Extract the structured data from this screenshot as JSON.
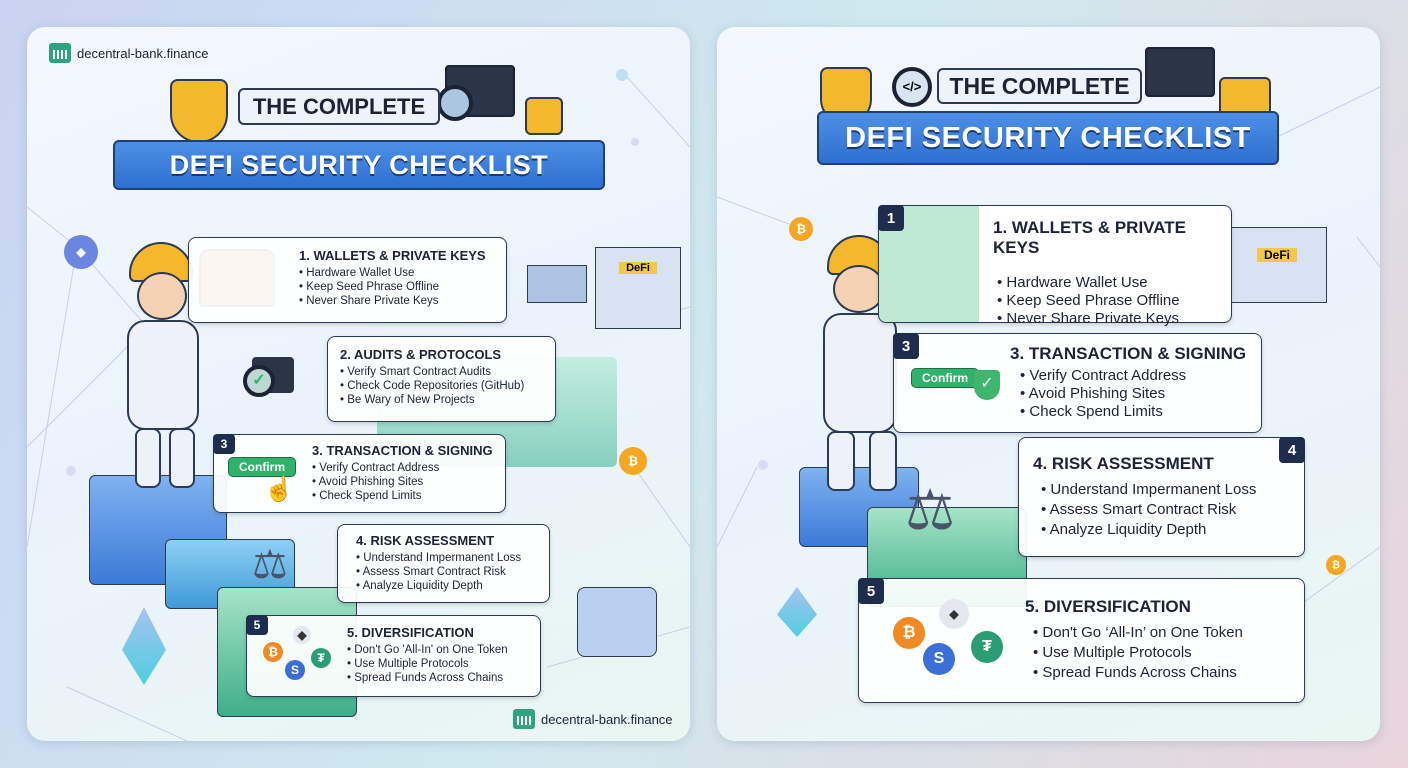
{
  "brand": "decentral-bank.finance",
  "title_top": "THE COMPLETE",
  "title_main": "DEFI SECURITY CHECKLIST",
  "confirm_label": "Confirm",
  "bank_sign": "DeFi",
  "colors": {
    "accent": "#2f6fd0",
    "badge": "#1e2d4d",
    "confirm": "#2fb36b"
  },
  "left": {
    "sections": [
      {
        "title": "1. WALLETS & PRIVATE KEYS",
        "items": [
          "Hardware Wallet Use",
          "Keep Seed Phrase Offline",
          "Never Share Private Keys"
        ]
      },
      {
        "title": "2. AUDITS & PROTOCOLS",
        "items": [
          "Verify Smart Contract Audits",
          "Check Code Repositories (GitHub)",
          "Be Wary of New Projects"
        ]
      },
      {
        "badge": "3",
        "title": "3. TRANSACTION & SIGNING",
        "items": [
          "Verify Contract Address",
          "Avoid Phishing Sites",
          "Check Spend Limits"
        ]
      },
      {
        "title": "4. RISK ASSESSMENT",
        "items": [
          "Understand Impermanent Loss",
          "Assess Smart Contract Risk",
          "Analyze Liquidity Depth"
        ]
      },
      {
        "badge": "5",
        "title": "5. DIVERSIFICATION",
        "items": [
          "Don't Go 'All-In' on One Token",
          "Use Multiple Protocols",
          "Spread Funds Across Chains"
        ]
      }
    ]
  },
  "right": {
    "sections": [
      {
        "badge": "1",
        "title": "1. WALLETS & PRIVATE KEYS",
        "items": [
          "Hardware Wallet Use",
          "Keep Seed Phrase Offline",
          "Never Share Private Keys"
        ]
      },
      {
        "badge": "3",
        "title": "3. TRANSACTION & SIGNING",
        "items": [
          "Verify Contract Address",
          "Avoid Phishing Sites",
          "Check Spend Limits"
        ]
      },
      {
        "badge": "4",
        "title": "4. RISK ASSESSMENT",
        "items": [
          "Understand Impermanent Loss",
          "Assess Smart Contract Risk",
          "Analyze Liquidity Depth"
        ]
      },
      {
        "badge": "5",
        "title": "5. DIVERSIFICATION",
        "items": [
          "Don't Go ‘All-In’ on One Token",
          "Use Multiple Protocols",
          "Spread Funds Across Chains"
        ]
      }
    ]
  },
  "icons": [
    "shield-icon",
    "code-magnifier-icon",
    "padlock-icon",
    "treasure-chest-icon",
    "scales-icon",
    "bitcoin-icon",
    "ethereum-icon",
    "tether-icon",
    "bank-icon",
    "astronaut-illustration"
  ]
}
